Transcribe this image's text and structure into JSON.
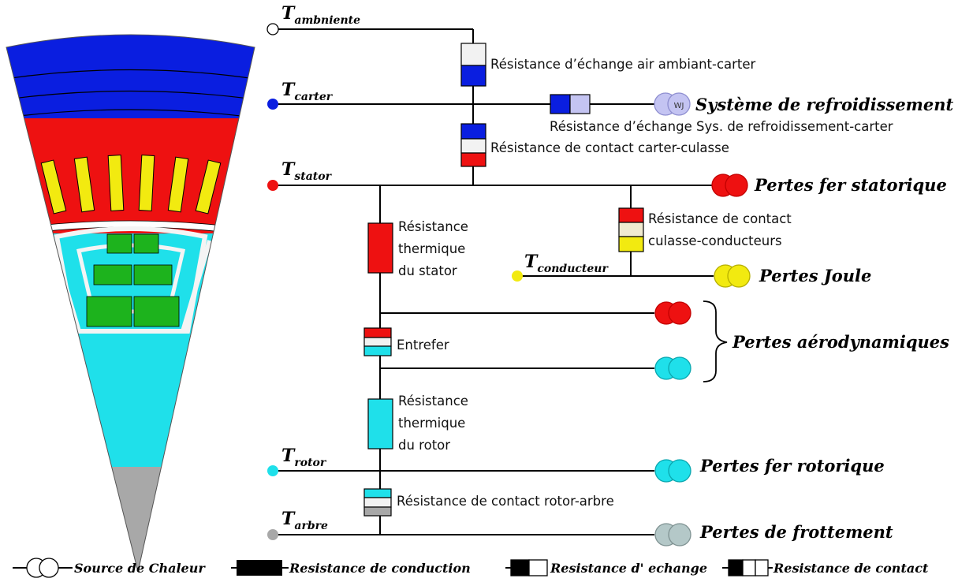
{
  "colors": {
    "carter": "#0a1ee0",
    "stator": "#ee1111",
    "conducteur": "#f2ea10",
    "rotor": "#1fe0ea",
    "arbre": "#a8a8a8",
    "ambient": "#ffffff",
    "cooling": "#c4c4f2",
    "conduction_key": "#000000",
    "winding_copper": "#1db31d",
    "contact_layer": "#f2f2f2",
    "contact_layer_culasse": "#f0ead0",
    "friction_source": "#b4c8c8"
  },
  "nodes": {
    "ambient": {
      "symbol": "T",
      "sub": "ambniente"
    },
    "carter": {
      "symbol": "T",
      "sub": "carter"
    },
    "stator": {
      "symbol": "T",
      "sub": "stator"
    },
    "conducteur": {
      "symbol": "T",
      "sub": "conducteur"
    },
    "rotor": {
      "symbol": "T",
      "sub": "rotor"
    },
    "arbre": {
      "symbol": "T",
      "sub": "arbre"
    }
  },
  "resistances": {
    "air_carter": "Résistance d’échange air ambiant-carter",
    "cooling_carter": "Résistance d’échange Sys. de refroidissement-carter",
    "carter_culasse": "Résistance de contact carter-culasse",
    "culasse_conducteurs_line1": "Résistance de contact",
    "culasse_conducteurs_line2": "culasse-conducteurs",
    "stator_line1": "Résistance",
    "stator_line2": "thermique",
    "stator_line3": "du stator",
    "entrefer": "Entrefer",
    "rotor_line1": "Résistance",
    "rotor_line2": "thermique",
    "rotor_line3": "du rotor",
    "rotor_arbre": "Résistance de contact rotor-arbre"
  },
  "sources": {
    "cooling": "Système de refroidissement",
    "cooling_badge": "WJ",
    "fer_stat": "Pertes fer statorique",
    "joule": "Pertes Joule",
    "aero": "Pertes aérodynamiques",
    "fer_rot": "Pertes fer rotorique",
    "frottement": "Pertes de frottement"
  },
  "legend": {
    "source": "Source de Chaleur",
    "conduction": "Resistance de conduction",
    "echange": "Resistance d' echange",
    "contact": "Resistance de contact"
  }
}
